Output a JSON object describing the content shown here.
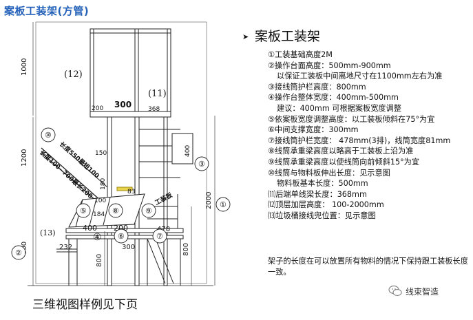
{
  "page": {
    "title": "案板工装架(方管)",
    "caption": "三维视图样例见下页",
    "brand": "线束智造",
    "brand_icon": "wechat-icon"
  },
  "specs": {
    "heading": "案板工装架",
    "items": [
      "①工装基础高度2M",
      "②操作台面高度：500mm-900mm",
      "以保证工装板中间离地尺寸在1100mm左右为准",
      "③接线筒护栏高度：800mm",
      "④操作台整体宽度：400mm-500mm",
      "建议：400mm 可根据案板宽度调整",
      "⑤依案板宽度调整高度：以工装板倾斜在75°为宜",
      "⑥中间支撑宽度：300mm",
      "⑦接线筒护栏宽度： 478mm(3排)，线筒宽度81mm",
      "⑧线筒承重梁高度以略高于工装板上沿为准",
      "⑨线筒承重梁高度以使线筒向前倾斜15°为宜",
      "⑩线筒与物料板伸出长度：见示意图",
      "物料板基本长度：500mm",
      "⑾后端单线梁长度：368mm",
      "⑿顶层加层高度： 100-2000mm",
      "⒀垃圾桶接线兜位置：见示意图"
    ],
    "footnote": "架子的长度在可以放置所有物料的情况下保持跟工装板长度一致。"
  },
  "drawing": {
    "dim_1000": "1000",
    "dim_1200": "1200",
    "dim_800_left": "800",
    "dim_2000": "2000",
    "dim_800_mid": "800",
    "dim_800_right": "800",
    "dim_300": "300",
    "dim_200": "200",
    "dim_368": "368",
    "dim_150": "150",
    "dim_400_side": "400",
    "dim_180": "180",
    "dim_83": "83",
    "dim_184": "184",
    "dim_400_bottom": "400",
    "dim_200_bottom": "200",
    "dim_478": "478",
    "dim_232": "232",
    "dim_300_bottom": "300",
    "dim_100": "100",
    "label_top_arm": "长度550最短100",
    "label_lower_arm": "长度100~700最长200",
    "label_board": "工装板",
    "marker_1": "①",
    "marker_2": "②",
    "marker_3": "③",
    "marker_4": "④",
    "marker_5": "⑤",
    "marker_6": "⑥",
    "marker_7": "⑦",
    "marker_8": "⑧",
    "marker_9": "⑨",
    "marker_10": "⑩",
    "marker_11": "(11)",
    "marker_12": "(12)",
    "marker_13": "(13)"
  }
}
